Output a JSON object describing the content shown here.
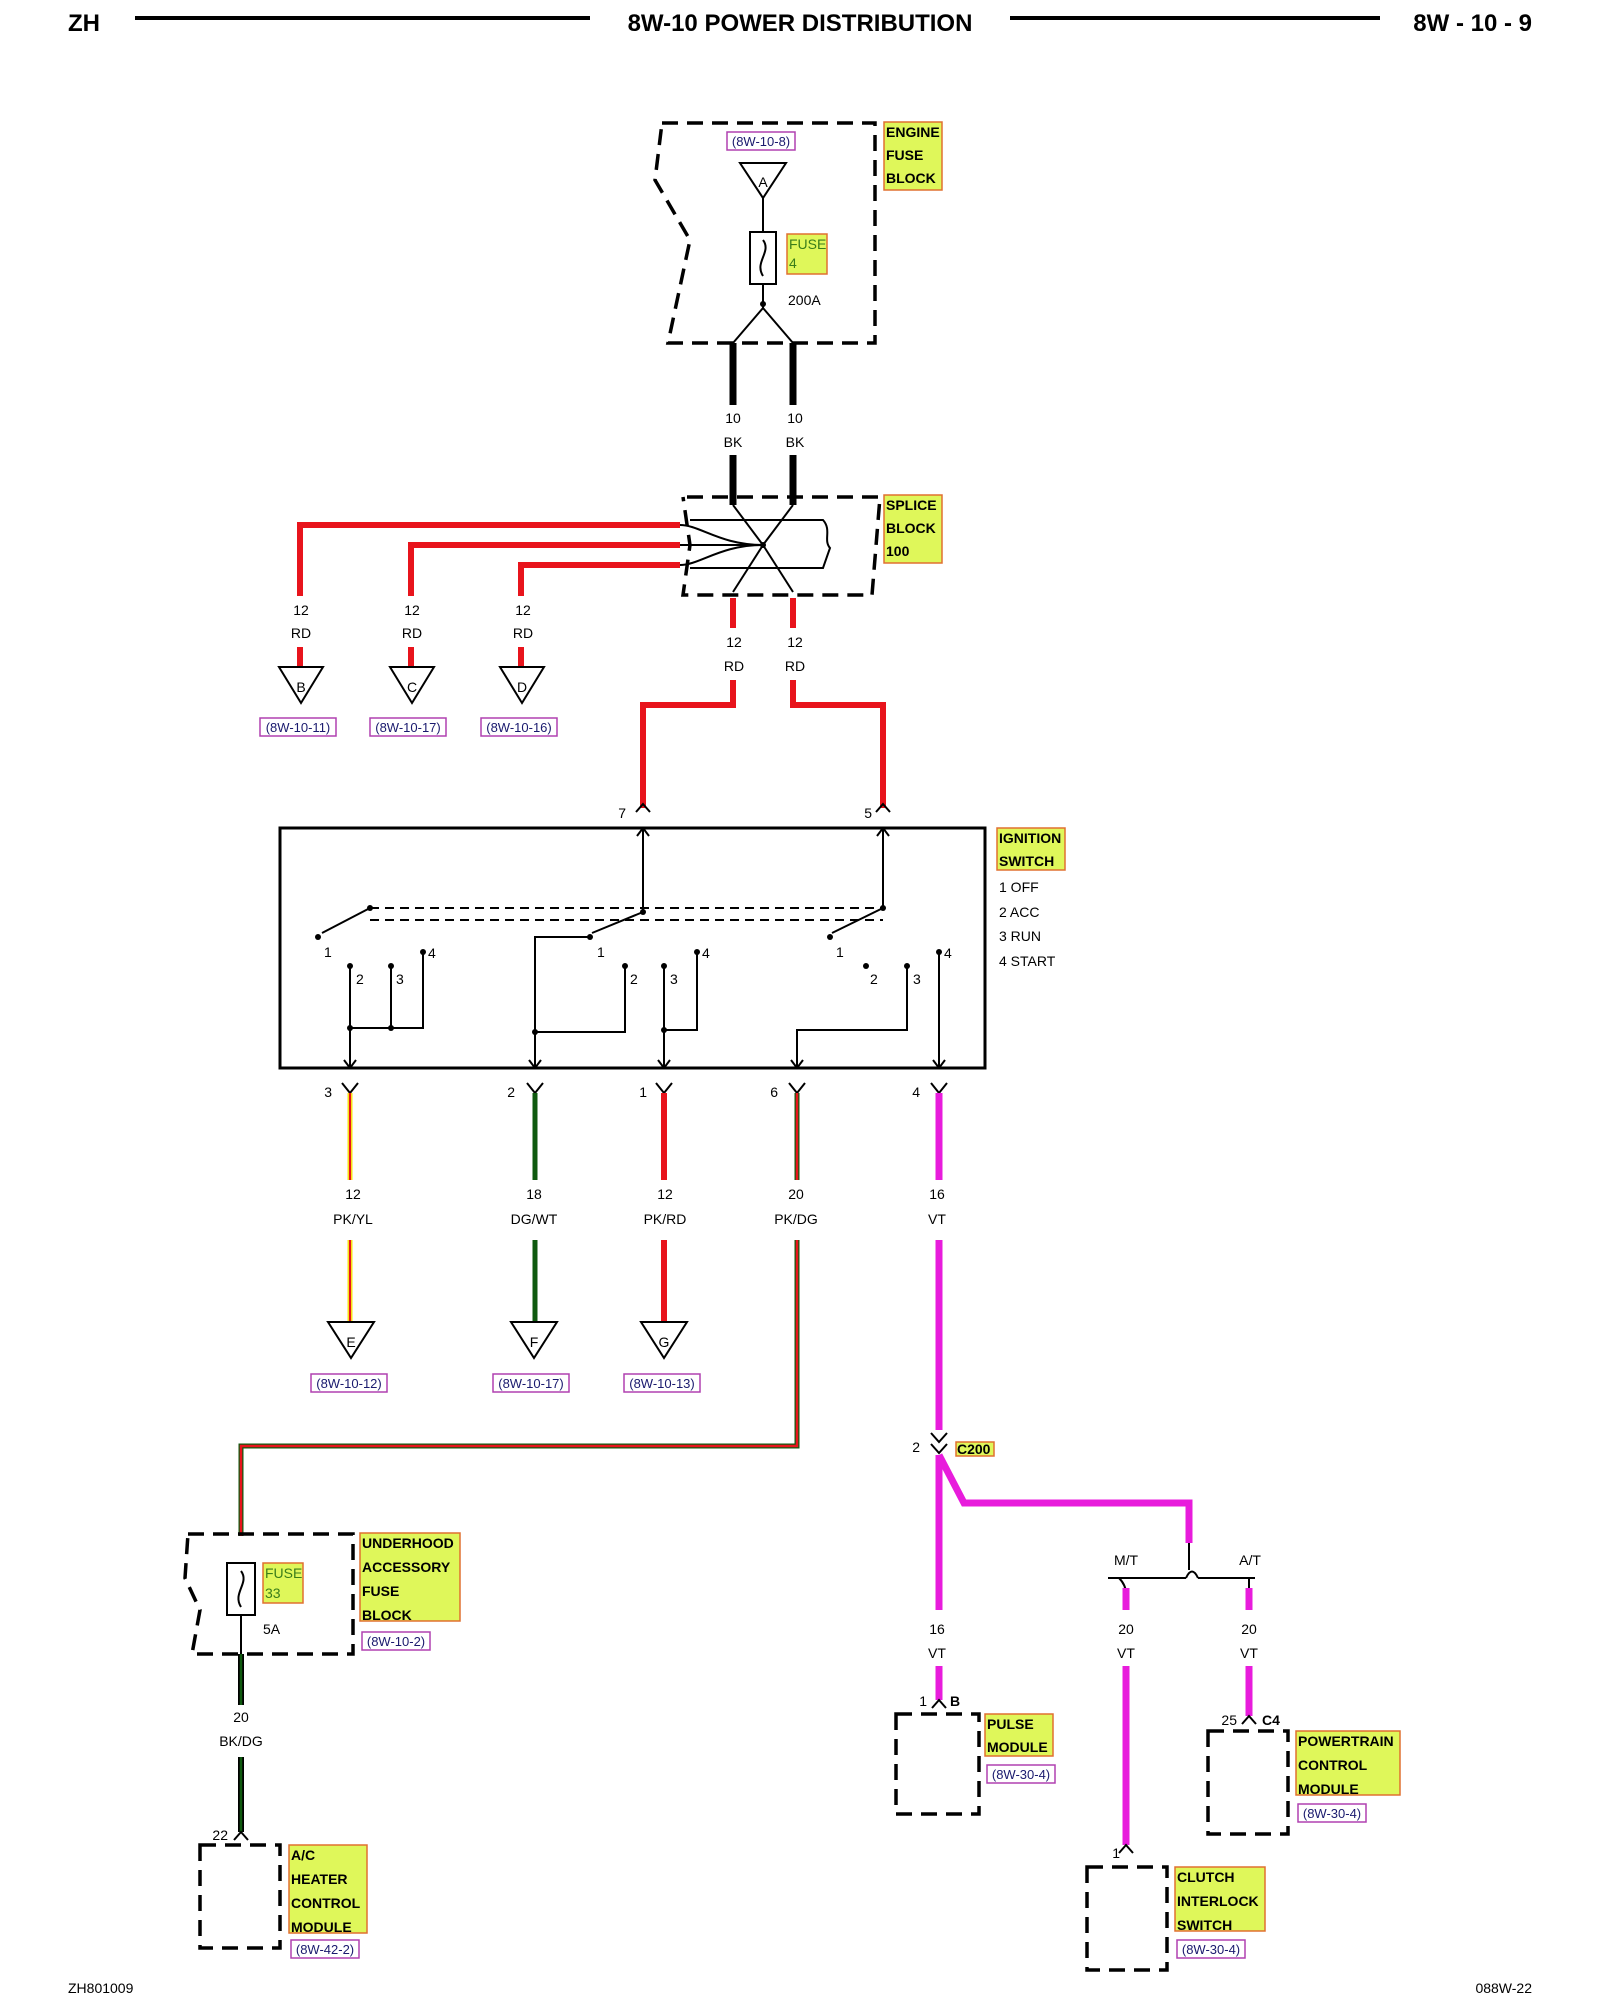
{
  "header": {
    "left": "ZH",
    "title": "8W-10 POWER DISTRIBUTION",
    "page": "8W - 10 - 9"
  },
  "footer": {
    "left": "ZH801009",
    "right": "088W-22"
  },
  "colors": {
    "red": "#e8141c",
    "magenta": "#e81cdc",
    "black": "#000000",
    "green": "#0f5a0f",
    "yellow": "#f5e31a",
    "highlight": "#dff75a"
  },
  "engine_fuse_block": {
    "ref": "(8W-10-8)",
    "connector": "A",
    "label": [
      "ENGINE",
      "FUSE",
      "BLOCK"
    ],
    "fuse": [
      "FUSE",
      "4"
    ],
    "rating": "200A"
  },
  "engine_wires": [
    {
      "gauge": "10",
      "color": "BK"
    },
    {
      "gauge": "10",
      "color": "BK"
    }
  ],
  "splice_block": {
    "label": [
      "SPLICE",
      "BLOCK",
      "100"
    ]
  },
  "splice_outputs": [
    {
      "gauge": "12",
      "color": "RD",
      "letter": "B",
      "ref": "(8W-10-11)"
    },
    {
      "gauge": "12",
      "color": "RD",
      "letter": "C",
      "ref": "(8W-10-17)"
    },
    {
      "gauge": "12",
      "color": "RD",
      "letter": "D",
      "ref": "(8W-10-16)"
    }
  ],
  "splice_down": [
    {
      "gauge": "12",
      "color": "RD"
    },
    {
      "gauge": "12",
      "color": "RD"
    }
  ],
  "ignition_switch": {
    "label": [
      "IGNITION",
      "SWITCH"
    ],
    "positions": [
      "1 OFF",
      "2 ACC",
      "3 RUN",
      "4 START"
    ],
    "in_pins": [
      "7",
      "5"
    ],
    "contact_numbers": [
      "1",
      "2",
      "3",
      "4"
    ]
  },
  "switch_outputs": [
    {
      "pin": "3",
      "gauge": "12",
      "color": "PK/YL",
      "letter": "E",
      "ref": "(8W-10-12)"
    },
    {
      "pin": "2",
      "gauge": "18",
      "color": "DG/WT",
      "letter": "F",
      "ref": "(8W-10-17)"
    },
    {
      "pin": "1",
      "gauge": "12",
      "color": "PK/RD",
      "letter": "G",
      "ref": "(8W-10-13)"
    },
    {
      "pin": "6",
      "gauge": "20",
      "color": "PK/DG"
    },
    {
      "pin": "4",
      "gauge": "16",
      "color": "VT"
    }
  ],
  "c200": {
    "pin": "2",
    "label": "C200"
  },
  "underhood_fuse_block": {
    "label": [
      "UNDERHOOD",
      "ACCESSORY",
      "FUSE",
      "BLOCK"
    ],
    "fuse": [
      "FUSE",
      "33"
    ],
    "rating": "5A",
    "ref": "(8W-10-2)"
  },
  "ac_wire": {
    "gauge": "20",
    "color": "BK/DG"
  },
  "ac_module": {
    "pin": "22",
    "label": [
      "A/C",
      "HEATER",
      "CONTROL",
      "MODULE"
    ],
    "ref": "(8W-42-2)"
  },
  "vt_branches": {
    "mt": "M/T",
    "at": "A/T",
    "pulse_wire": {
      "gauge": "16",
      "color": "VT"
    },
    "mt_wire": {
      "gauge": "20",
      "color": "VT"
    },
    "at_wire": {
      "gauge": "20",
      "color": "VT"
    }
  },
  "pulse_module": {
    "pin": "1",
    "conn": "B",
    "label": [
      "PULSE",
      "MODULE"
    ],
    "ref": "(8W-30-4)"
  },
  "pcm": {
    "pin": "25",
    "conn": "C4",
    "label": [
      "POWERTRAIN",
      "CONTROL",
      "MODULE"
    ],
    "ref": "(8W-30-4)"
  },
  "clutch_switch": {
    "pin": "1",
    "label": [
      "CLUTCH",
      "INTERLOCK",
      "SWITCH"
    ],
    "ref": "(8W-30-4)"
  }
}
